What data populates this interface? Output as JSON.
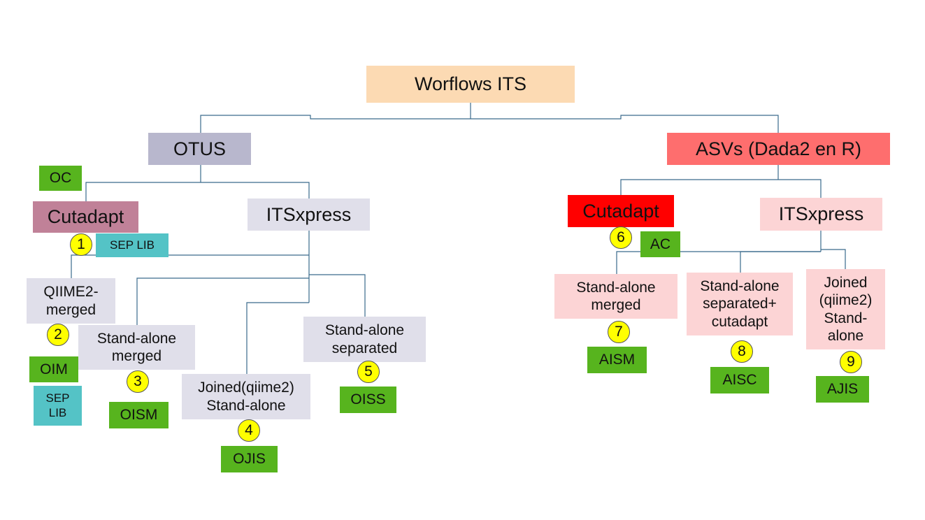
{
  "root": {
    "label": "Worflows ITS",
    "color": "#fcdab3"
  },
  "otus": {
    "label": "OTUS",
    "color": "#b8b7cd",
    "cutadapt": {
      "label": "Cutadapt",
      "color": "#c08198",
      "tag": "OC",
      "num": "1",
      "lib_tag": "SEP LIB"
    },
    "itsxpress": {
      "label": "ITSxpress",
      "color": "#e0dfea"
    },
    "qiime2_merged": {
      "label": "QIIME2-\nmerged",
      "num": "2",
      "tag": "OIM",
      "lib_tag": "SEP\nLIB"
    },
    "standalone_merged": {
      "label": "Stand-alone\nmerged",
      "num": "3",
      "tag": "OISM"
    },
    "joined": {
      "label": "Joined(qiime2)\nStand-alone",
      "num": "4",
      "tag": "OJIS"
    },
    "standalone_separated": {
      "label": "Stand-alone\nseparated",
      "num": "5",
      "tag": "OISS"
    }
  },
  "asvs": {
    "label": "ASVs (Dada2 en R)",
    "color": "#fe6e6e",
    "cutadapt": {
      "label": "Cutadapt",
      "color": "#ff0000",
      "num": "6",
      "tag": "AC"
    },
    "itsxpress": {
      "label": "ITSxpress",
      "color": "#fcd4d5"
    },
    "standalone_merged": {
      "label": "Stand-alone\nmerged",
      "num": "7",
      "tag": "AISM"
    },
    "standalone_sep_cut": {
      "label": "Stand-alone\nseparated+\ncutadapt",
      "num": "8",
      "tag": "AISC"
    },
    "joined": {
      "label": "Joined\n(qiime2)\nStand-\nalone",
      "num": "9",
      "tag": "AJIS"
    }
  },
  "colors": {
    "tag_green": "#57b41e",
    "lib_teal": "#54c3c6",
    "number_yellow": "#ffff00",
    "otus_leaf": "#e0dfea",
    "asvs_leaf": "#fcd4d5",
    "connector": "#3a6a8c"
  }
}
